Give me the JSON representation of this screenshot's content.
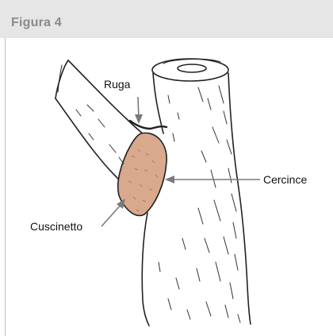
{
  "figure": {
    "title": "Figura 4"
  },
  "labels": {
    "ruga": "Ruga",
    "cercince": "Cercince",
    "cuscinetto": "Cuscinetto"
  },
  "colors": {
    "header": "#e6e6e6",
    "title_text": "#8a8a8a",
    "collar_fill": "#d8a98c",
    "ink": "#222222",
    "arrow": "#7a7a7a"
  }
}
